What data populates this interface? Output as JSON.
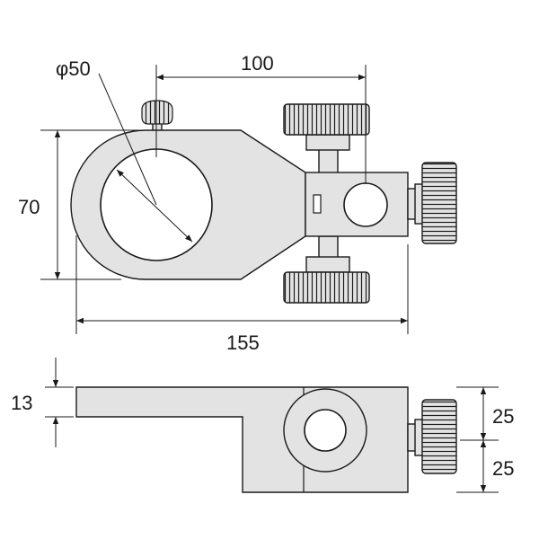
{
  "dimensions": {
    "bore_diameter": "φ50",
    "center_distance": "100",
    "height": "70",
    "overall_length": "155",
    "plate_thickness": "13",
    "upper_half_height": "25",
    "lower_half_height": "25"
  },
  "colors": {
    "part_fill": "#e3e3e3",
    "line": "#1a1a1a",
    "background": "#ffffff"
  }
}
